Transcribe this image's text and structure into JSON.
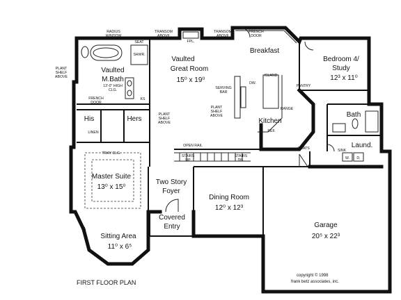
{
  "plan_title": "FIRST FLOOR PLAN",
  "copyright": "copyright © 1998",
  "copyright_by": "frank betz associates, inc.",
  "rooms": {
    "vaulted_great_room": [
      "Vaulted",
      "Great Room",
      "15⁰ x 19⁰"
    ],
    "breakfast": "Breakfast",
    "bedroom4_study": [
      "Bedroom 4/",
      "Study",
      "12³ x 11⁰"
    ],
    "vaulted_mbath": [
      "Vaulted",
      "M.Bath"
    ],
    "master_suite": [
      "Master Suite",
      "13⁰ x 15⁰"
    ],
    "sitting_area": [
      "Sitting Area",
      "11⁰ x 6⁵"
    ],
    "two_story_foyer": [
      "Two Story",
      "Foyer"
    ],
    "covered_entry": [
      "Covered",
      "Entry"
    ],
    "dining_room": [
      "Dining Room",
      "12⁰ x 12³"
    ],
    "garage": [
      "Garage",
      "20⁵ x 22³"
    ],
    "kitchen": "Kitchen",
    "bath": "Bath",
    "laundry": "Laund.",
    "his": "His",
    "hers": "Hers"
  },
  "notes": {
    "radius_window": [
      "RADIUS",
      "WINDOW"
    ],
    "transom_above_left": [
      "TRANSOM",
      "ABOVE"
    ],
    "transom_above_right": [
      "TRANSOM",
      "ABOVE"
    ],
    "french_door_top": [
      "FRENCH",
      "DOOR"
    ],
    "fpl": "FPL.",
    "seat": "SEAT",
    "shwr": "SHWR.",
    "plant_shelf_above_left": [
      "PLANT",
      "SHELF",
      "ABOVE"
    ],
    "high_clg": [
      "13'-0\" HIGH",
      "CLG."
    ],
    "french_door_bath": [
      "FRENCH",
      "DOOR"
    ],
    "plant_shelf_above_mid": [
      "PLANT",
      "SHELF",
      "ABOVE"
    ],
    "plant_shelf_above_kitchen": [
      "PLANT",
      "SHELF",
      "ABOVE"
    ],
    "serving_bar": [
      "SERVING",
      "BAR"
    ],
    "dw": "DW.",
    "island": "ISLAND",
    "pantry": "PANTRY",
    "range": "RANGE",
    "ref": "REF.",
    "open_rail": "OPEN RAIL",
    "stairs_up": [
      "STAIRS",
      "UP"
    ],
    "stairs_down": [
      "STAIRS",
      "DN."
    ],
    "tray_clg": "TRAY CLG.",
    "linen": "LINEN",
    "coats": "COATS",
    "sink": "SINK",
    "w": "W.",
    "d": "D.",
    "ks": "KS"
  }
}
